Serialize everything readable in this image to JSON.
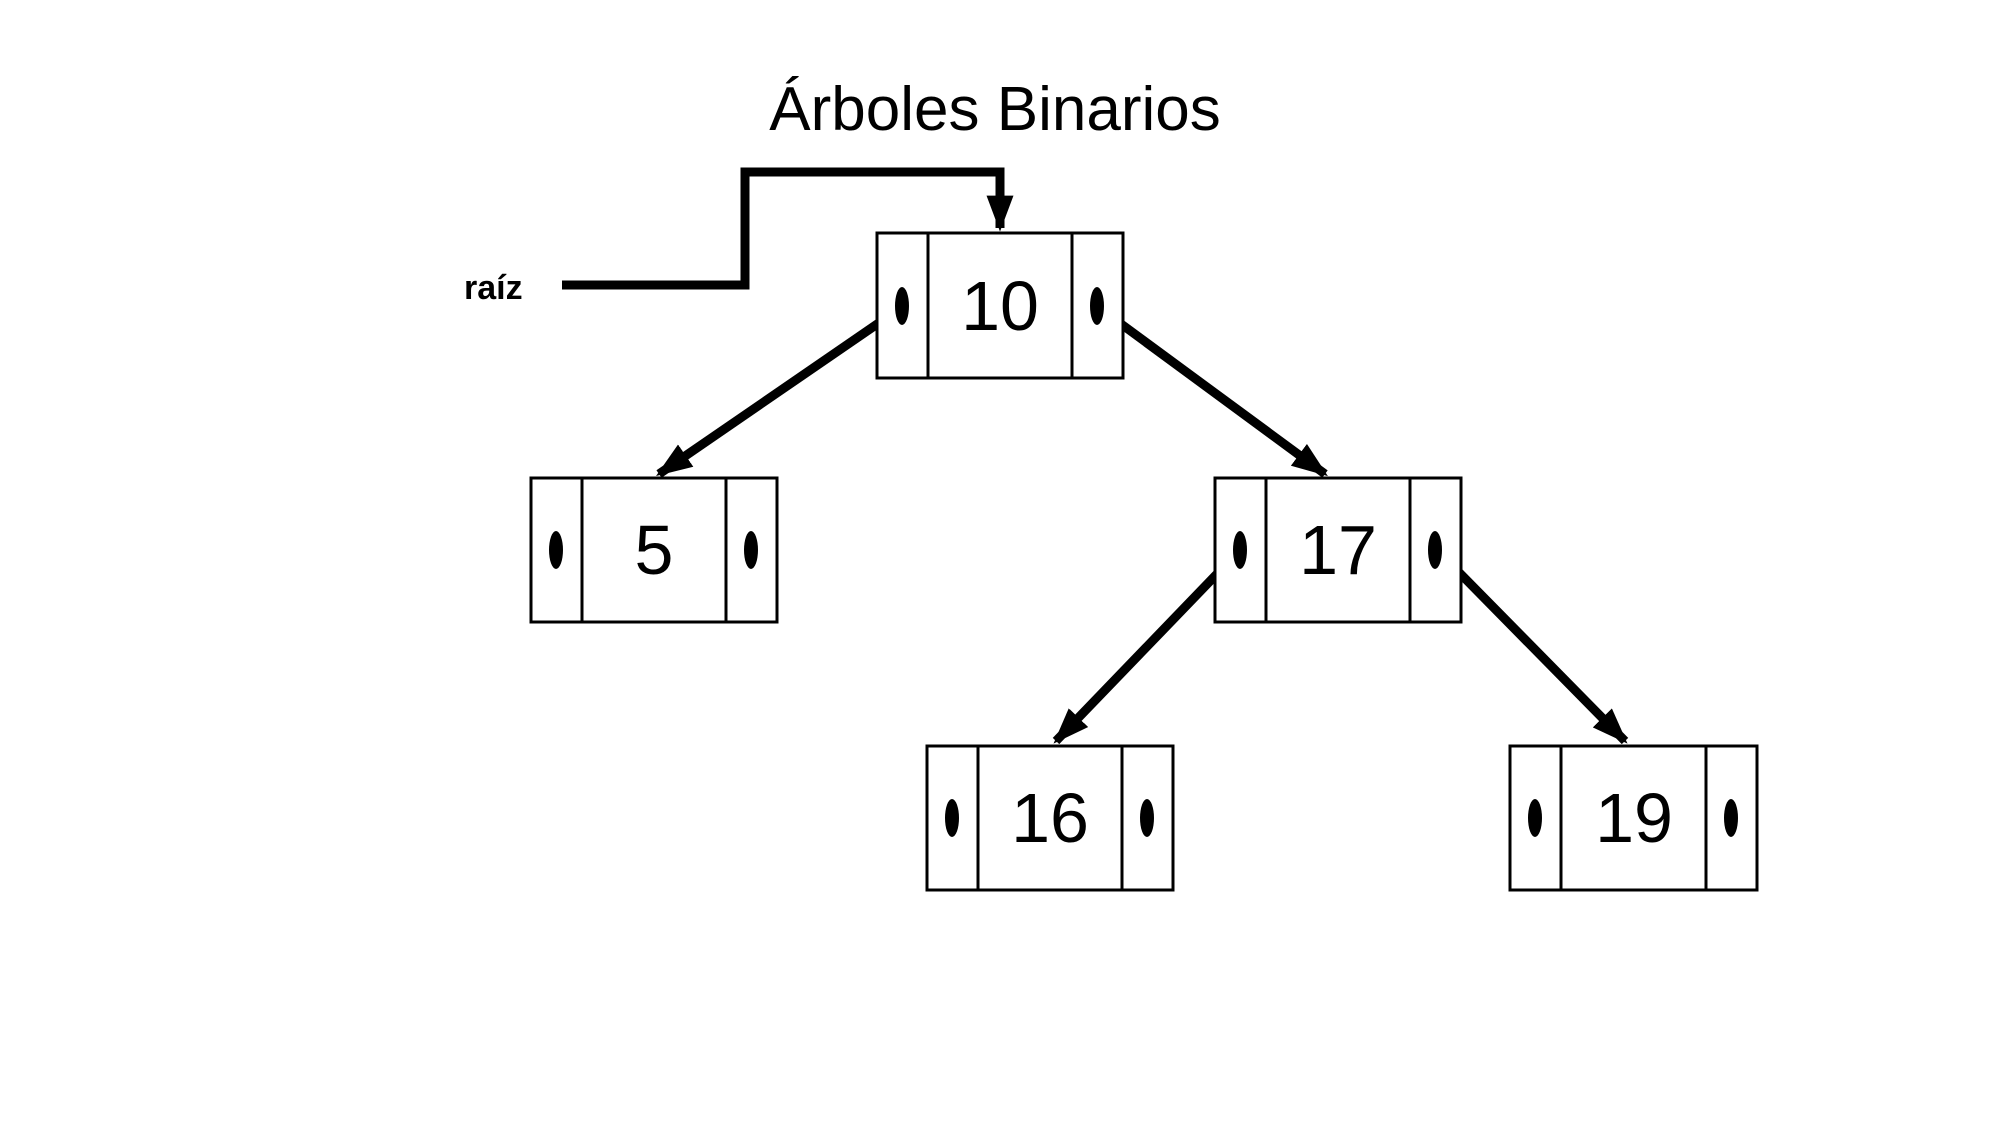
{
  "title": "Árboles Binarios",
  "tree": {
    "root_pointer": {
      "label": "raíz",
      "points_to": "10"
    },
    "nodes": [
      {
        "id": "root",
        "value": "10"
      },
      {
        "id": "root-left",
        "value": "5"
      },
      {
        "id": "root-right",
        "value": "17"
      },
      {
        "id": "right-left",
        "value": "16"
      },
      {
        "id": "right-right",
        "value": "19"
      }
    ],
    "edges": [
      {
        "from": "10",
        "pointer": "left",
        "to": "5"
      },
      {
        "from": "10",
        "pointer": "right",
        "to": "17"
      },
      {
        "from": "17",
        "pointer": "left",
        "to": "16"
      },
      {
        "from": "17",
        "pointer": "right",
        "to": "19"
      }
    ]
  },
  "colors": {
    "foreground": "#000000",
    "background": "#ffffff"
  }
}
